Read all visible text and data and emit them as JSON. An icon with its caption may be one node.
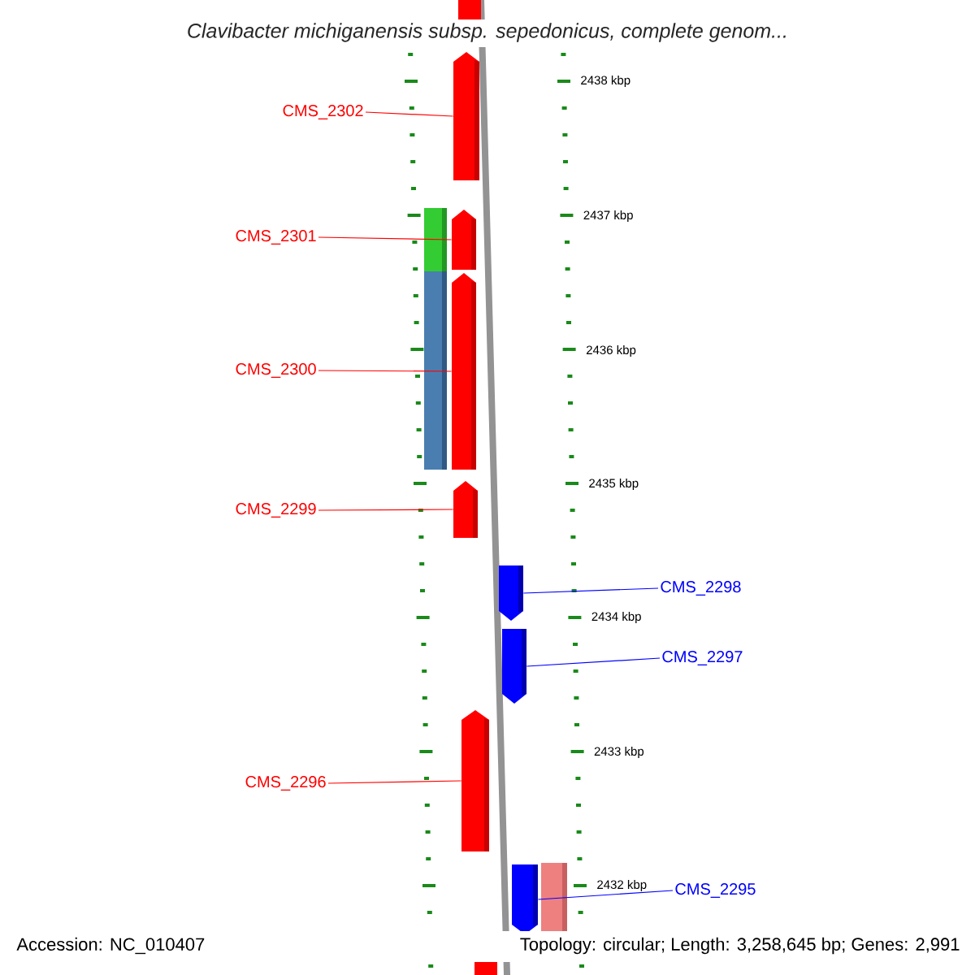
{
  "diagram": {
    "title": "*Clavibacter michiganensis subsp. sepedonicus, complete genom...*",
    "nodes": [
      {
        "text": [],
        "shape": "arrow"
      },
      {
        "text": [],
        "shape": "box"
      },
      {
        "text": [],
        "shape": "arrow"
      },
      {
        "text": [],
        "shape": "box"
      },
      {
        "text": [],
        "shape": "arrow"
      },
      {
        "text": [],
        "shape": "arrow"
      },
      {
        "text": [],
        "shape": "arrow"
      },
      {
        "text": [],
        "shape": "arrow"
      },
      {
        "text": [],
        "shape": "arrow"
      },
      {
        "text": [],
        "shape": "arrow"
      },
      {
        "text": [],
        "shape": "box"
      },
      {
        "text": [
          "CMS_2302"
        ]
      },
      {
        "text": [
          "CMS_2301"
        ]
      },
      {
        "text": [
          "CMS_2300"
        ]
      },
      {
        "text": [
          "CMS_2299"
        ]
      },
      {
        "text": [
          "CMS_2298"
        ]
      },
      {
        "text": [
          "CMS_2297"
        ]
      },
      {
        "text": [
          "CMS_2296"
        ]
      },
      {
        "text": [
          "CMS_2295"
        ]
      }
    ],
    "edges": [
      {
        "from": 11,
        "to": 0,
        "arrow": "none",
        "color": "#ff0000"
      },
      {
        "from": 12,
        "to": 2,
        "arrow": "none",
        "color": "#ff0000"
      },
      {
        "from": 13,
        "to": 4,
        "arrow": "none",
        "color": "#ff0000"
      },
      {
        "from": 14,
        "to": 5,
        "arrow": "none",
        "color": "#ff0000"
      },
      {
        "from": 15,
        "to": 6,
        "arrow": "none",
        "color": "#0000ff"
      },
      {
        "from": 16,
        "to": 7,
        "arrow": "none",
        "color": "#0000ff"
      },
      {
        "from": 17,
        "to": 8,
        "arrow": "none",
        "color": "#ff0000"
      },
      {
        "from": 18,
        "to": 9,
        "arrow": "none",
        "color": "#0000ff"
      }
    ],
    "labels": [
      "2438 kbp",
      "2437 kbp",
      "2436 kbp",
      "2435 kbp",
      "2434 kbp",
      "2433 kbp",
      "2432 kbp",
      "Accession: NC_010407",
      "Topology: circular; Length: 3,258,645 bp; Genes: 2,991"
    ]
  }
}
